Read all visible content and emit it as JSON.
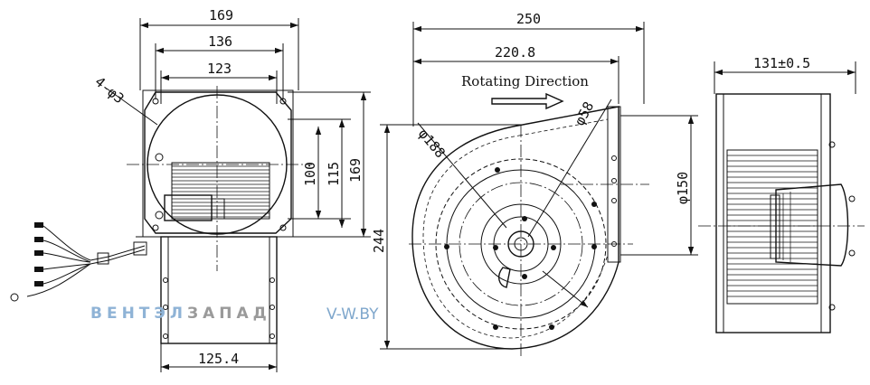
{
  "front_view": {
    "dim_overall_width": "169",
    "dim_hole_spacing": "136",
    "dim_opening": "123",
    "dim_holes": "4-φ3",
    "dim_inner_height": "100",
    "dim_mid_height": "115",
    "dim_overall_height": "169",
    "dim_outlet_width": "125.4"
  },
  "side_view": {
    "dim_total_width": "250",
    "dim_scroll_width": "220.8",
    "rotation_label": "Rotating Direction",
    "dim_impeller_dia": "φ188",
    "dim_hub_dia": "φ58",
    "dim_outlet_dia": "φ150",
    "dim_total_height": "244"
  },
  "rear_view": {
    "dim_depth": "131±0.5"
  },
  "watermark": {
    "brand_part1": "ВЕНТЭЛ",
    "brand_part2": "ЗАПАД",
    "site": "V-W.BY",
    "color_part1": "#8fb3d6",
    "color_part2": "#9a9a9a"
  }
}
